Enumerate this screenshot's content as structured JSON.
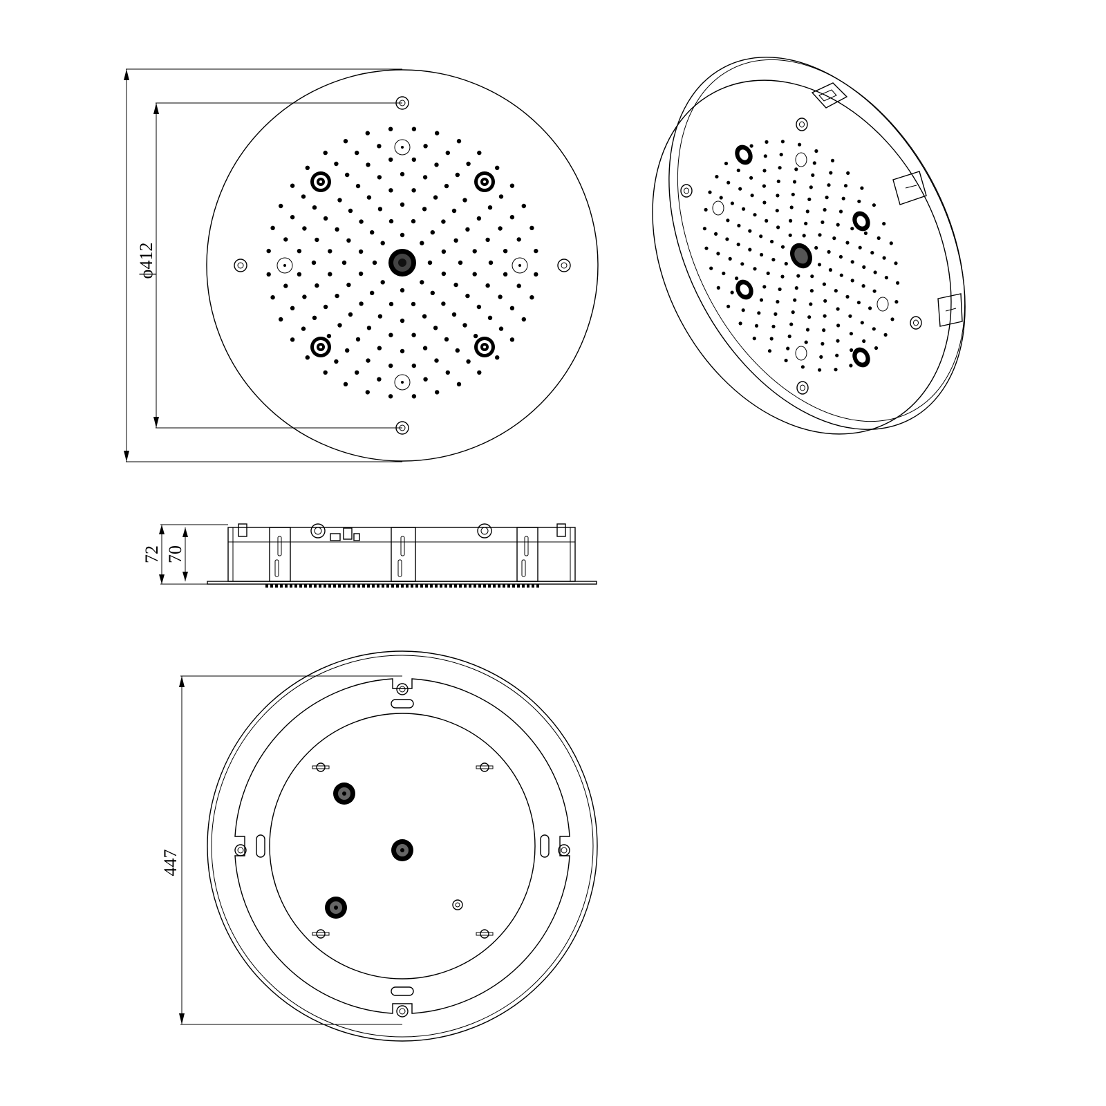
{
  "top_view": {
    "outer_dimension_label": "",
    "hole_spacing_label": "ϕ412"
  },
  "side_view": {
    "overall_height_label": "72",
    "body_height_label": "70"
  },
  "bottom_view": {
    "outer_dimension_label": "447"
  },
  "colors": {
    "line": "#000000",
    "background": "#ffffff"
  }
}
